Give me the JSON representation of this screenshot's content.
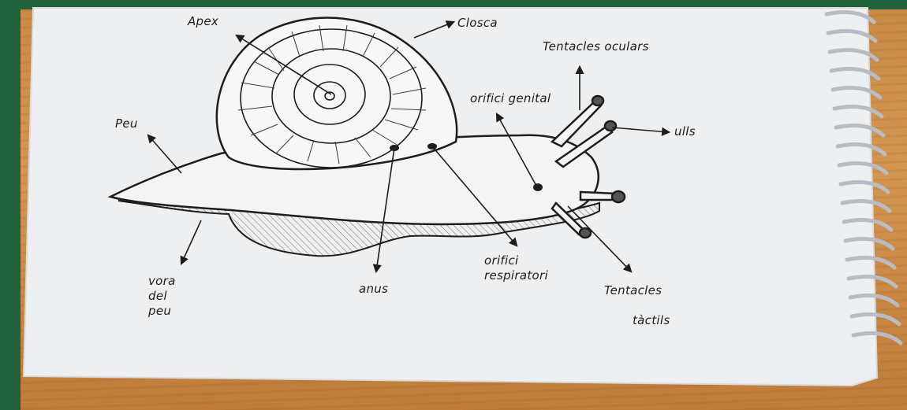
{
  "labels": {
    "apex": "Apex",
    "closca": "Closca",
    "tentacles_oculars": "Tentacles oculars",
    "orifici_genital": "orifici genital",
    "peu": "Peu",
    "ulls": "ulls",
    "vora_del_peu": "vora\ndel\npeu",
    "anus": "anus",
    "orifici_respiratori": "orifici\nrespiratori",
    "tentacles_tactils_1": "Tentacles",
    "tentacles_tactils_2": "tàctils"
  },
  "colors": {
    "background": "#20603a",
    "table": "#c98a45",
    "paper": "#eeeff0",
    "ink": "#1d1d1d"
  }
}
